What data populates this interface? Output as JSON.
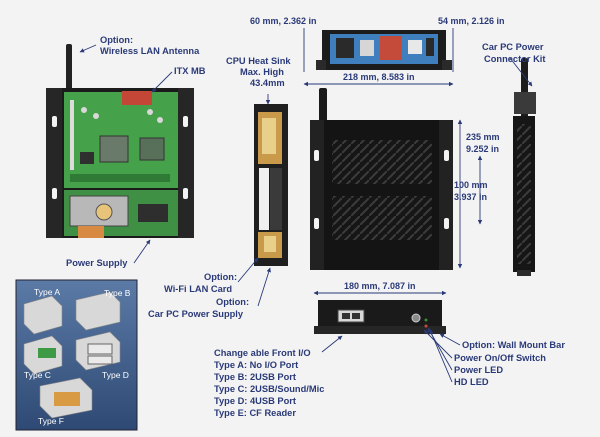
{
  "labels": {
    "antenna_option": "Option:",
    "antenna": "Wireless LAN Antenna",
    "itx_mb": "ITX MB",
    "heat_sink_1": "CPU Heat Sink",
    "heat_sink_2": "Max. High",
    "heat_sink_3": "43.4mm",
    "power_supply": "Power Supply",
    "wifi_option": "Option:",
    "wifi_card": "Wi-Fi LAN Card",
    "carpc_option": "Option:",
    "carpc_ps": "Car PC Power Supply",
    "connector_1": "Car PC Power",
    "connector_2": "Connector Kit",
    "front_io": "Change able Front I/O",
    "wall_mount": "Option: Wall Mount Bar",
    "power_switch": "Power On/Off Switch",
    "power_led": "Power LED",
    "hd_led": "HD LED"
  },
  "front_io_types": [
    "Type A: No I/O Port",
    "Type B: 2USB Port",
    "Type C: 2USB/Sound/Mic",
    "Type D: 4USB Port",
    "Type E: CF Reader"
  ],
  "inset_types": [
    "Type A",
    "Type B",
    "Type C",
    "Type D",
    "Type F"
  ],
  "dimensions": {
    "top_left": "60 mm, 2.362 in",
    "top_right": "54 mm, 2.126 in",
    "width": "218 mm, 8.583 in",
    "height_1": "235 mm",
    "height_2": "9.252 in",
    "mount_1": "100 mm",
    "mount_2": "3.937 in",
    "depth": "180 mm, 7.087 in"
  },
  "colors": {
    "label": "#2a3a78",
    "chassis": "#1a1a1a",
    "pcb": "#3f9a44",
    "inset_bg": "#3e5e8c"
  }
}
